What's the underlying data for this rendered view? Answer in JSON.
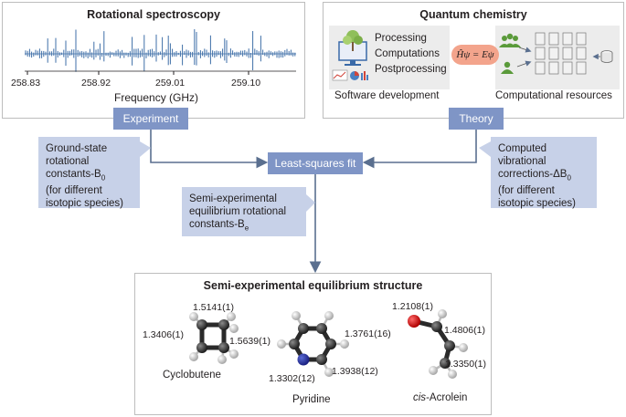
{
  "spectroscopy": {
    "title": "Rotational spectroscopy",
    "ticks": [
      "258.83",
      "258.92",
      "259.01",
      "259.10"
    ],
    "axis_label": "Frequency (GHz)"
  },
  "quantum": {
    "title": "Quantum chemistry",
    "steps": [
      "Processing",
      "Computations",
      "Postprocessing"
    ],
    "equation": "Ĥψ = Eψ",
    "software_label": "Software development",
    "resources_label": "Computational resources"
  },
  "flow": {
    "experiment": "Experiment",
    "theory": "Theory",
    "fit": "Least-squares fit"
  },
  "notes": {
    "ground_state": [
      "Ground-state",
      "rotational",
      "constants-B",
      "(for different",
      "isotopic species)"
    ],
    "ground_state_sub": "0",
    "computed": [
      "Computed",
      "vibrational",
      "corrections-ΔB",
      "(for different",
      "isotopic species)"
    ],
    "computed_sub": "0",
    "semi": [
      "Semi-experimental",
      "equilibrium rotational",
      "constants-B"
    ],
    "semi_sub": "e"
  },
  "structure": {
    "title": "Semi-experimental equilibrium structure",
    "molecules": [
      {
        "name": "Cyclobutene",
        "labels": [
          "1.5141(1)",
          "1.3406(1)",
          "1.5639(1)"
        ]
      },
      {
        "name": "Pyridine",
        "labels": [
          "1.3761(16)",
          "1.3302(12)",
          "1.3938(12)"
        ]
      },
      {
        "name_prefix": "cis",
        "name": "-Acrolein",
        "labels": [
          "1.2108(1)",
          "1.4806(1)",
          "1.3350(1)"
        ]
      }
    ]
  },
  "colors": {
    "accent_blue": "#7f95c6",
    "note_fill": "#c7d1e8",
    "spectrum_line": "#3f6fa8",
    "arrow": "#5a6f8f",
    "equation_fill": "#f3a48c"
  }
}
